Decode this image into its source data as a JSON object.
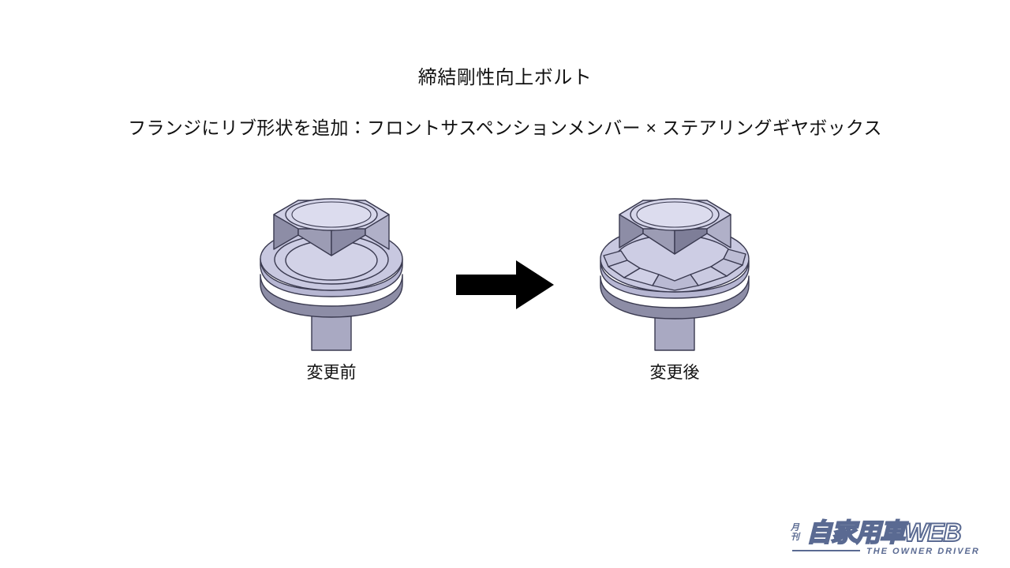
{
  "slide": {
    "title": "締結剛性向上ボルト",
    "subtitle": "フランジにリブ形状を追加：フロントサスペンションメンバー × ステアリングギヤボックス",
    "background_color": "#ffffff",
    "text_color": "#111111"
  },
  "figures": [
    {
      "id": "before",
      "caption": "変更前",
      "description": "hex flange bolt head without ribs",
      "part": "bolt"
    },
    {
      "id": "after",
      "caption": "変更後",
      "description": "hex flange bolt head with added rib gussets on flange",
      "part": "bolt"
    }
  ],
  "arrow": {
    "name": "right-arrow",
    "direction": "right",
    "color": "#000000"
  },
  "cad_colors": {
    "top_face": "#d6d6ea",
    "light_face": "#c8c8e0",
    "mid_face": "#b6b6d2",
    "dark_face": "#8d8da6",
    "darker_face": "#7e7e98",
    "outline": "#3a3a50",
    "shaft": "#a9a9c2"
  },
  "logo": {
    "badge": "月刊",
    "wordmark": "自家用車WEB",
    "tagline": "THE OWNER DRIVER",
    "color": "#5a6a92"
  }
}
